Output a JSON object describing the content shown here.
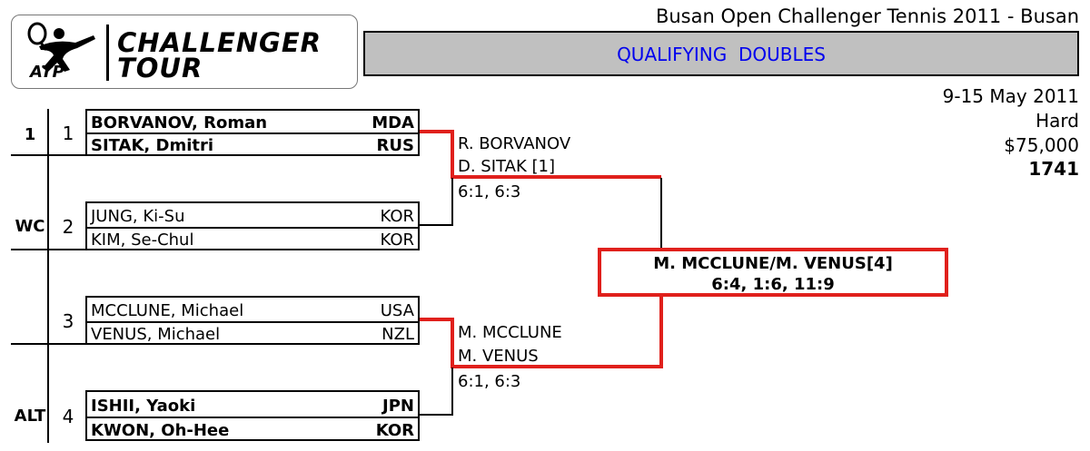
{
  "header": {
    "tournament": "Busan Open Challenger Tennis 2011 - Busan",
    "event_title": "QUALIFYING  DOUBLES",
    "dates": "9-15 May 2011",
    "surface": "Hard",
    "prize": "$75,000",
    "points": "1741"
  },
  "logo": {
    "brand": "ATP",
    "line1": "CHALLENGER",
    "line2": "TOUR"
  },
  "colors": {
    "highlight": "#e0201c",
    "title_bar": "#c0c0c0",
    "title_text": "#0000ee"
  },
  "draw": [
    {
      "seed": "1",
      "num": "1",
      "players": [
        {
          "name": "BORVANOV, Roman",
          "nat": "MDA"
        },
        {
          "name": "SITAK, Dmitri",
          "nat": "RUS"
        }
      ]
    },
    {
      "seed": "WC",
      "num": "2",
      "players": [
        {
          "name": "JUNG, Ki-Su",
          "nat": "KOR"
        },
        {
          "name": "KIM, Se-Chul",
          "nat": "KOR"
        }
      ]
    },
    {
      "seed": "",
      "num": "3",
      "players": [
        {
          "name": "MCCLUNE, Michael",
          "nat": "USA"
        },
        {
          "name": "VENUS, Michael",
          "nat": "NZL"
        }
      ]
    },
    {
      "seed": "ALT",
      "num": "4",
      "players": [
        {
          "name": "ISHII, Yaoki",
          "nat": "JPN"
        },
        {
          "name": "KWON, Oh-Hee",
          "nat": "KOR"
        }
      ]
    }
  ],
  "round2": [
    {
      "line1": "R. BORVANOV",
      "line2": "D. SITAK [1]",
      "score": "6:1, 6:3"
    },
    {
      "line1": "M. MCCLUNE",
      "line2": "M. VENUS",
      "score": "6:1, 6:3"
    }
  ],
  "final": {
    "winner": "M. MCCLUNE/M. VENUS[4]",
    "score": "6:4, 1:6, 11:9"
  }
}
